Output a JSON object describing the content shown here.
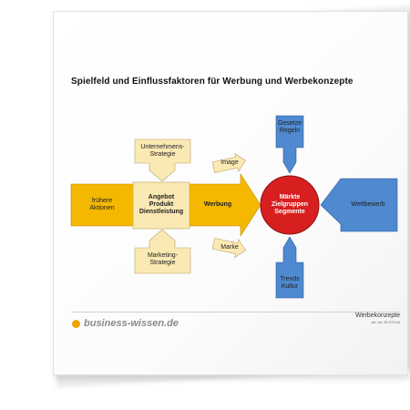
{
  "title": "Spielfeld und Einflussfaktoren für Werbung und Werbekonzepte",
  "diagram": {
    "unternehmens_strategie": "Unternehmens-\nStrategie",
    "marketing_strategie": "Marketing-\nStrategie",
    "fruehere_aktionen": "frühere\nAktionen",
    "angebot": "Angebot\nProdukt\nDienstleistung",
    "werbung": "Werbung",
    "image": "Image",
    "marke": "Marke",
    "zielgruppen": "Märkte\nZielgruppen\nSegmente",
    "gesetze": "Gesetze\nRegeln",
    "trends": "Trends\nKultur",
    "wettbewerb": "Wettbewerb"
  },
  "colors": {
    "orange_fill": "#f5b800",
    "orange_stroke": "#c08a00",
    "beige_fill": "#fbe9b3",
    "beige_stroke": "#b8a36a",
    "blue_fill": "#4f89cf",
    "blue_stroke": "#2b5b9a",
    "red_fill": "#d81f1f",
    "red_stroke": "#8a1010"
  },
  "footer": {
    "logo": "business-wissen.de",
    "doc_title": "Werbekonzepte",
    "art_nr": "Art.-Nr. 00.073.04"
  }
}
